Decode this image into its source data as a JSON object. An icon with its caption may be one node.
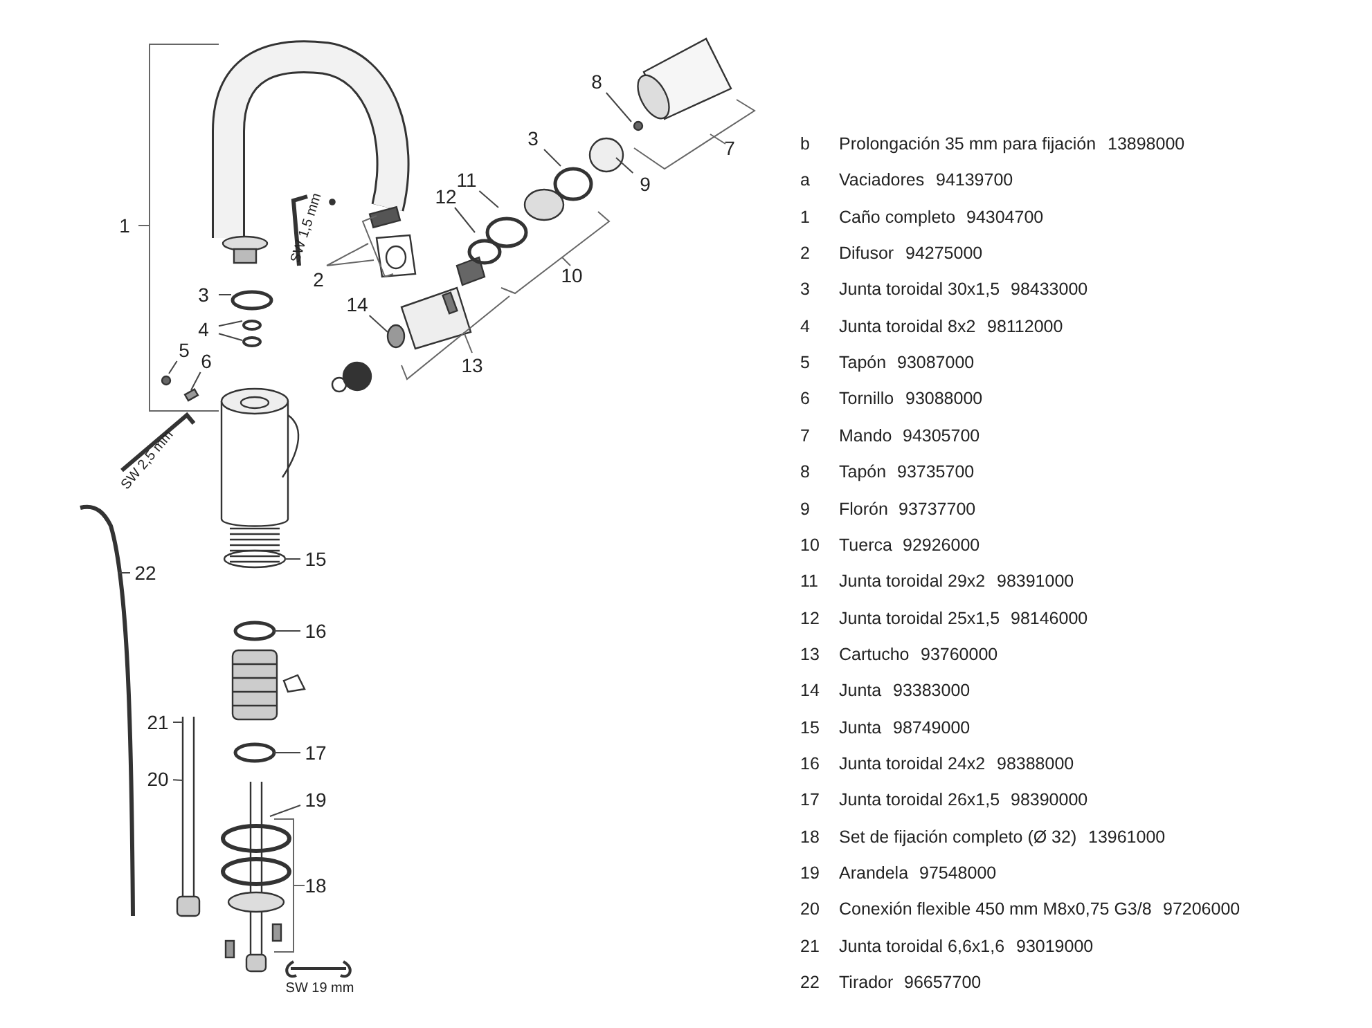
{
  "diagram": {
    "nodes": [
      {
        "text": [
          "8"
        ]
      },
      {
        "text": [
          "3"
        ]
      },
      {
        "text": [
          "11"
        ]
      },
      {
        "text": [
          "12"
        ]
      },
      {
        "text": [
          "9"
        ]
      },
      {
        "text": [
          "14"
        ]
      },
      {
        "text": [
          "3"
        ]
      },
      {
        "text": [
          "4"
        ]
      },
      {
        "text": [
          "5"
        ]
      },
      {
        "text": [
          "6"
        ]
      },
      {
        "text": [
          "22"
        ]
      },
      {
        "text": [
          "15"
        ]
      },
      {
        "text": [
          "16"
        ]
      },
      {
        "text": [
          "21"
        ]
      },
      {
        "text": [
          "17"
        ]
      },
      {
        "text": [
          "20"
        ]
      },
      {
        "text": [
          "19"
        ]
      }
    ],
    "edges": [
      {
        "from": 0,
        "to": null,
        "arrow": "none"
      },
      {
        "from": 1,
        "to": null,
        "arrow": "none"
      },
      {
        "from": 2,
        "to": null,
        "arrow": "none"
      },
      {
        "from": 3,
        "to": null,
        "arrow": "none"
      },
      {
        "from": 4,
        "to": null,
        "arrow": "none"
      },
      {
        "from": 5,
        "to": null,
        "arrow": "none"
      },
      {
        "from": 6,
        "to": null,
        "arrow": "none"
      },
      {
        "from": 7,
        "to": null,
        "arrow": "none"
      },
      {
        "from": 7,
        "to": null,
        "arrow": "none"
      },
      {
        "from": 8,
        "to": null,
        "arrow": "none"
      },
      {
        "from": 9,
        "to": null,
        "arrow": "none"
      },
      {
        "from": 10,
        "to": null,
        "arrow": "none"
      },
      {
        "from": 11,
        "to": null,
        "arrow": "none"
      },
      {
        "from": 12,
        "to": null,
        "arrow": "none"
      },
      {
        "from": 13,
        "to": null,
        "arrow": "none"
      },
      {
        "from": 14,
        "to": null,
        "arrow": "none"
      },
      {
        "from": 15,
        "to": null,
        "arrow": "none"
      },
      {
        "from": 16,
        "to": null,
        "arrow": "none"
      }
    ],
    "labels": [
      "1",
      "2",
      "7",
      "10",
      "13",
      "18",
      "SW 1,5 mm",
      "SW 2,5 mm",
      "SW 19 mm",
      "b",
      "Prolongación 35 mm para fijación",
      "13898000",
      "a",
      "Vaciadores",
      "94139700",
      "1",
      "Caño completo",
      "94304700",
      "2",
      "Difusor",
      "94275000",
      "3",
      "Junta toroidal 30x1,5",
      "98433000",
      "4",
      "Junta toroidal 8x2",
      "98112000",
      "5",
      "Tapón",
      "93087000",
      "6",
      "Tornillo",
      "93088000",
      "7",
      "Mando",
      "94305700",
      "8",
      "Tapón",
      "93735700",
      "9",
      "Florón",
      "93737700",
      "10",
      "Tuerca",
      "92926000",
      "11",
      "Junta toroidal 29x2",
      "98391000",
      "12",
      "Junta toroidal 25x1,5",
      "98146000",
      "13",
      "Cartucho",
      "93760000",
      "14",
      "Junta",
      "93383000",
      "15",
      "Junta",
      "98749000",
      "16",
      "Junta toroidal 24x2",
      "98388000",
      "17",
      "Junta toroidal 26x1,5",
      "98390000",
      "18",
      "Set de fijación completo (Ø 32)",
      "13961000",
      "19",
      "Arandela",
      "97548000",
      "20",
      "Conexión flexible 450 mm M8x0,75 G3/8",
      "97206000",
      "21",
      "Junta toroidal 6,6x1,6",
      "93019000",
      "22",
      "Tirador",
      "96657700"
    ]
  }
}
